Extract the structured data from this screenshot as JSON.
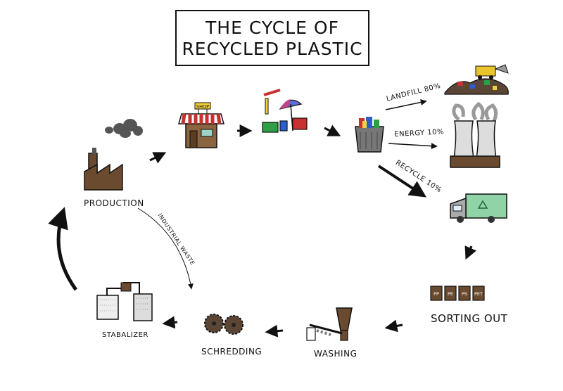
{
  "title": {
    "line1": "THE CYCLE OF",
    "line2": "RECYCLED PLASTIC"
  },
  "stages": {
    "production": "PRODUCTION",
    "shop_sign": "SHOP",
    "sorting": "SORTING OUT",
    "washing": "WASHING",
    "schredding": "SCHREDDING",
    "stabalizer": "STABALIZER"
  },
  "flows": {
    "landfill": "LANDFILL 80%",
    "energy": "ENERGY 10%",
    "recycle": "RECYCLE 10%",
    "industrial_waste": "INDUSTRIAL WASTE"
  },
  "sorting_bins": [
    "PP",
    "PE",
    "PS",
    "PET"
  ],
  "icons": [
    "factory-icon",
    "shop-icon",
    "beach-items-icon",
    "trash-bin-icon",
    "landfill-icon",
    "power-plant-icon",
    "recycling-truck-icon",
    "sorting-bins-icon",
    "washing-machine-icon",
    "shredder-icon",
    "stabilizer-icon"
  ],
  "colors": {
    "ink": "#111111",
    "brown": "#6b4b2f",
    "red": "#c8312f",
    "green": "#8fd3a6",
    "smoke": "#555555"
  }
}
